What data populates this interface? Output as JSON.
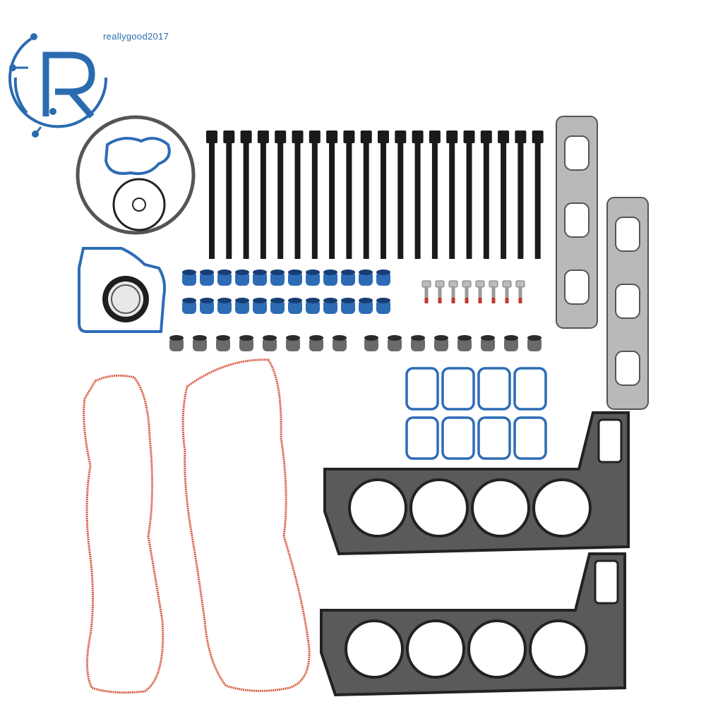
{
  "watermark": {
    "text": "reallygood2017"
  },
  "logo": {
    "letter": "R"
  },
  "colors": {
    "brand": "#2a6bb0",
    "bolt": "#1a1a1a",
    "seal": "#2d6cb5",
    "orange_gasket": "#d7563a",
    "steel": "#b9b9b9",
    "head_gasket": "#222222"
  },
  "parts": {
    "head_bolts": 20,
    "valve_seals_blue": 24,
    "valve_seals_dark": 16,
    "small_bolts": 8,
    "intake_gaskets": 8,
    "head_gaskets": 2,
    "valve_cover_gaskets": 2,
    "exhaust_gaskets": 2
  }
}
